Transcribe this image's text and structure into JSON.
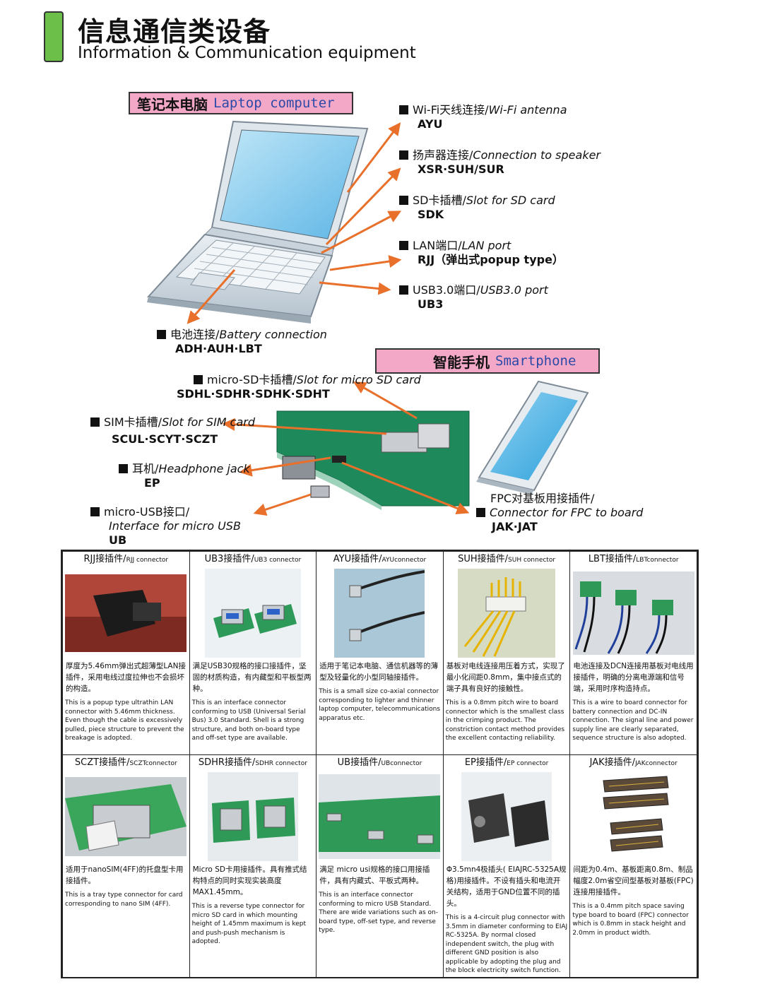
{
  "header": {
    "title_cn": "信息通信类设备",
    "title_en": "Information & Communication equipment"
  },
  "laptop_section": {
    "title_cn": "笔记本电脑",
    "title_en": "Laptop computer",
    "labels": [
      {
        "cn": "Wi-Fi天线连接/",
        "en": "Wi-Fi antenna",
        "parts": "AYU"
      },
      {
        "cn": "扬声器连接/",
        "en": "Connection to speaker",
        "parts": "XSR·SUH/SUR"
      },
      {
        "cn": "SD卡插槽/",
        "en": "Slot for SD card",
        "parts": "SDK"
      },
      {
        "cn": "LAN端口/",
        "en": "LAN port",
        "parts": "RJJ（弹出式popup type）"
      },
      {
        "cn": "USB3.0端口/",
        "en": "USB3.0 port",
        "parts": "UB3"
      },
      {
        "cn": "电池连接/",
        "en": "Battery connection",
        "parts": "ADH·AUH·LBT"
      }
    ]
  },
  "phone_section": {
    "title_cn": "智能手机",
    "title_en": "Smartphone",
    "labels": [
      {
        "cn": "micro-SD卡插槽/",
        "en": "Slot for micro SD card",
        "parts": "SDHL·SDHR·SDHK·SDHT"
      },
      {
        "cn": "SIM卡插槽/",
        "en": "Slot for SIM card",
        "parts": "SCUL·SCYT·SCZT"
      },
      {
        "cn": "耳机/",
        "en": "Headphone jack",
        "parts": "EP"
      },
      {
        "cn": "micro-USB接口/",
        "en": "Interface for micro USB",
        "parts": "UB"
      },
      {
        "cn": "FPC对基板用接插件/",
        "en": "Connector for FPC to board",
        "parts": "JAK·JAT"
      }
    ]
  },
  "connectors": [
    {
      "name": "RJJ接插件/",
      "sub": "RJJ connector",
      "cn": "厚度为5.46mm弹出式超薄型LAN接插件，采用电线过度拉伸也不会损坏的构造。",
      "en": "This is a popup type ultrathin LAN connector with 5.46mm thickness. Even though the cable is excessively pulled, piece structure to prevent the breakage is adopted."
    },
    {
      "name": "UB3接插件/",
      "sub": "UB3 connector",
      "cn": "满足USB30规格的接口接插件，坚固的材质构造，有内藏型和平板型两种。",
      "en": "This is an interface connector conforming to USB (Universal Serial Bus) 3.0 Standard. Shell is a strong structure, and both on-board type and off-set type are available."
    },
    {
      "name": "AYU接插件/",
      "sub": "AYUconnector",
      "cn": "适用于笔记本电脑、通信机器等的薄型及轻量化的小型同轴接插件。",
      "en": "This is a small size co-axial connector corresponding to lighter and thinner laptop computer, telecommunications apparatus etc."
    },
    {
      "name": "SUH接插件/",
      "sub": "SUH connector",
      "cn": "基板对电线连接用压着方式，实现了最小化间距0.8mm，集中接点式的端子具有良好的接触性。",
      "en": "This is a 0.8mm pitch wire to board connector which is the smallest class in the crimping product. The constriction contact method provides the excellent contacting reliability."
    },
    {
      "name": "LBT接插件/",
      "sub": "LBTconnector",
      "cn": "电池连接及DCN连接用基板对电线用接插件，明确的分离电源端和信号端，采用时序构造持点。",
      "en": "This is a wire to board connector for battery connection and DC-IN connection. The signal line and power supply line are clearly separated, sequence structure is also adopted."
    },
    {
      "name": "SCZT接插件/",
      "sub": "SCZTconnector",
      "cn": "适用于nanoSIM(4FF)的托盘型卡用接插件。",
      "en": "This is a tray type connector for card corresponding to nano SIM (4FF)."
    },
    {
      "name": "SDHR接插件/",
      "sub": "SDHR connector",
      "cn": "Micro SD卡用接插件。具有推式结构特点的同时实现实装高度MAX1.45mm。",
      "en": "This is a reverse type connector for micro SD card in which mounting height of 1.45mm maximum is kept and push-push mechanism is adopted."
    },
    {
      "name": "UB接插件/",
      "sub": "UBconnector",
      "cn": "满足 micro usi规格的接口用接插件，具有内藏式、平板式两种。",
      "en": "This is an interface connector conforming to micro USB Standard. There are wide variations such as on-board type, off-set type, and reverse type."
    },
    {
      "name": "EP接插件/",
      "sub": "EP connector",
      "cn": "Φ3.5mn4极插头( EIAJRC-5325A规格)用接插件。不设有插头和电流开关结构，适用于GND位置不同的插头。",
      "en": "This is a 4-circuit plug connector with 3.5mm in diameter conforming to EIAJ RC-5325A. By normal closed independent switch, the plug with different GND position is also applicable by adopting the plug and the block electricity switch function."
    },
    {
      "name": "JAK接插件/",
      "sub": "JAKconnector",
      "cn": "间距为0.4m、基板距离0.8m、制品幅度2.0m省空间型基板对基板(FPC)连接用接插件。",
      "en": "This is a 0.4mm pitch space saving type board to board (FPC) connector which is 0.8mm in stack height and 2.0mm in product width."
    }
  ],
  "colors": {
    "accent_green": "#6cc04a",
    "section_pink": "#f4a8c8",
    "arrow_orange": "#e8702a",
    "english_blue": "#2b4aa8"
  }
}
